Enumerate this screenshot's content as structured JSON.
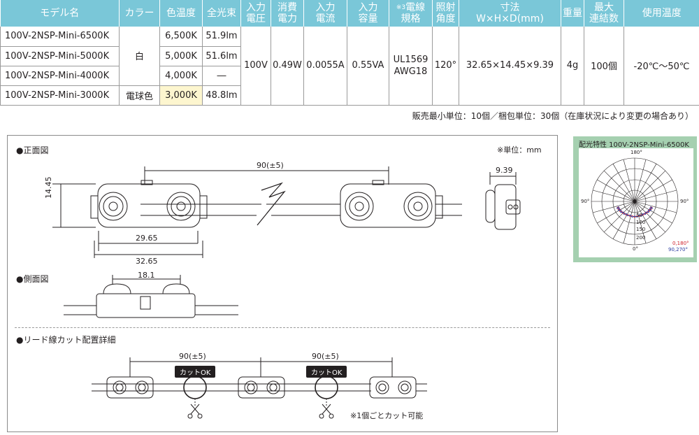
{
  "table": {
    "headers": {
      "model": "モデル名",
      "color": "カラー",
      "color_temp": "色温度",
      "flux": "全光束",
      "voltage": [
        "入力",
        "電圧"
      ],
      "power": [
        "消費",
        "電力"
      ],
      "current": [
        "入力",
        "電流"
      ],
      "capacity": [
        "入力",
        "容量"
      ],
      "wire_mark": "※3",
      "wire": [
        "電線",
        "規格"
      ],
      "angle": [
        "照射",
        "角度"
      ],
      "dims": [
        "寸法",
        "W×H×D(mm)"
      ],
      "weight": "重量",
      "max_link": [
        "最大",
        "連結数"
      ],
      "temp": "使用温度"
    },
    "rows": [
      {
        "model": "100V-2NSP-Mini-6500K",
        "cct": "6,500K",
        "flux": "51.9lm"
      },
      {
        "model": "100V-2NSP-Mini-5000K",
        "cct": "5,000K",
        "flux": "51.6lm"
      },
      {
        "model": "100V-2NSP-Mini-4000K",
        "cct": "4,000K",
        "flux": "―"
      },
      {
        "model": "100V-2NSP-Mini-3000K",
        "cct": "3,000K",
        "flux": "48.8lm"
      }
    ],
    "color_white": "白",
    "color_bulb": "電球色",
    "shared": {
      "voltage": "100V",
      "power": "0.49W",
      "current": "0.0055A",
      "capacity": "0.55VA",
      "wire": [
        "UL1569",
        "AWG18"
      ],
      "angle": "120°",
      "dims": "32.65×14.45×9.39",
      "weight": "4g",
      "max_link": "100個",
      "temp": "-20℃～50℃"
    },
    "header_color": "#7ac7d8",
    "highlight_color": "#fdf6cf"
  },
  "sales_note": "販売最小単位：10個／梱包単位：30個（在庫状況により変更の場合あり）",
  "drawing": {
    "front_title": "●正面図",
    "unit": "※単位：mm",
    "pitch": "90(±5)",
    "depth": "9.39",
    "height": "14.45",
    "width_inner": "29.65",
    "width_outer": "32.65",
    "side_title": "●側面図",
    "side_width": "18.1",
    "lead_title": "●リード線カット配置詳細",
    "pitch_1": "90(±5)",
    "pitch_2": "90(±5)",
    "cut_ok_1": "カットOK",
    "cut_ok_2": "カットOK",
    "cut_note": "※1個ごとカット可能"
  },
  "polar": {
    "title": "配光特性 100V-2NSP-Mini-6500K",
    "angle_top": "180°",
    "angle_left": "90°",
    "angle_right": "90°",
    "angle_bottom": "0°",
    "ring_labels": [
      "50",
      "100",
      "150",
      "200"
    ],
    "legend_1": "0,180°",
    "legend_2": "90,270°",
    "panel_color": "#a5d0b0",
    "series_1_color": "#d0202a",
    "series_2_color": "#2a3aa0"
  }
}
